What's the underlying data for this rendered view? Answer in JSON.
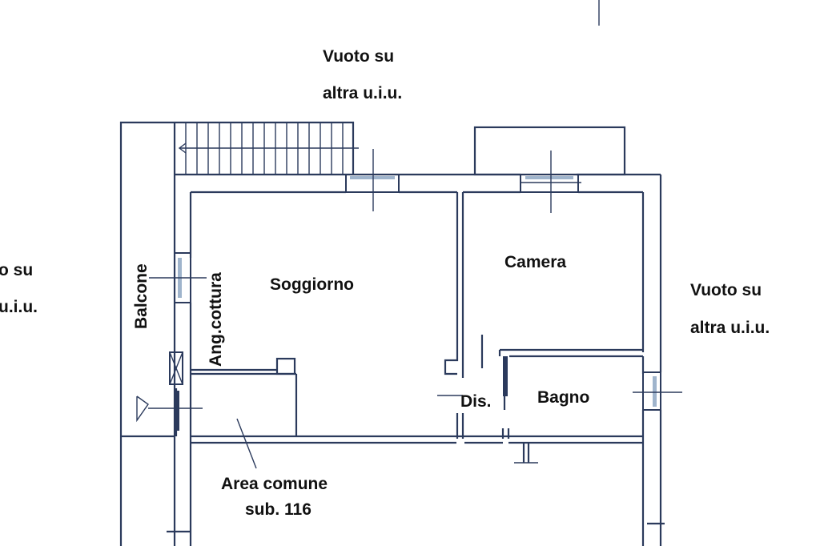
{
  "labels": {
    "top_void_line1": "Vuoto su",
    "top_void_line2": "altra u.i.u.",
    "left_void_line1": "o su",
    "left_void_line2": "u.i.u.",
    "right_void_line1": "Vuoto su",
    "right_void_line2": "altra u.i.u.",
    "balcony": "Balcone",
    "kitchenette": "Ang.cottura",
    "living_room": "Soggiorno",
    "bedroom": "Camera",
    "hallway": "Dis.",
    "bathroom": "Bagno",
    "common_area_line1": "Area comune",
    "common_area_line2": "sub. 116"
  },
  "colors": {
    "wall": "#2b3a5c",
    "window": "#9fb4cc"
  }
}
